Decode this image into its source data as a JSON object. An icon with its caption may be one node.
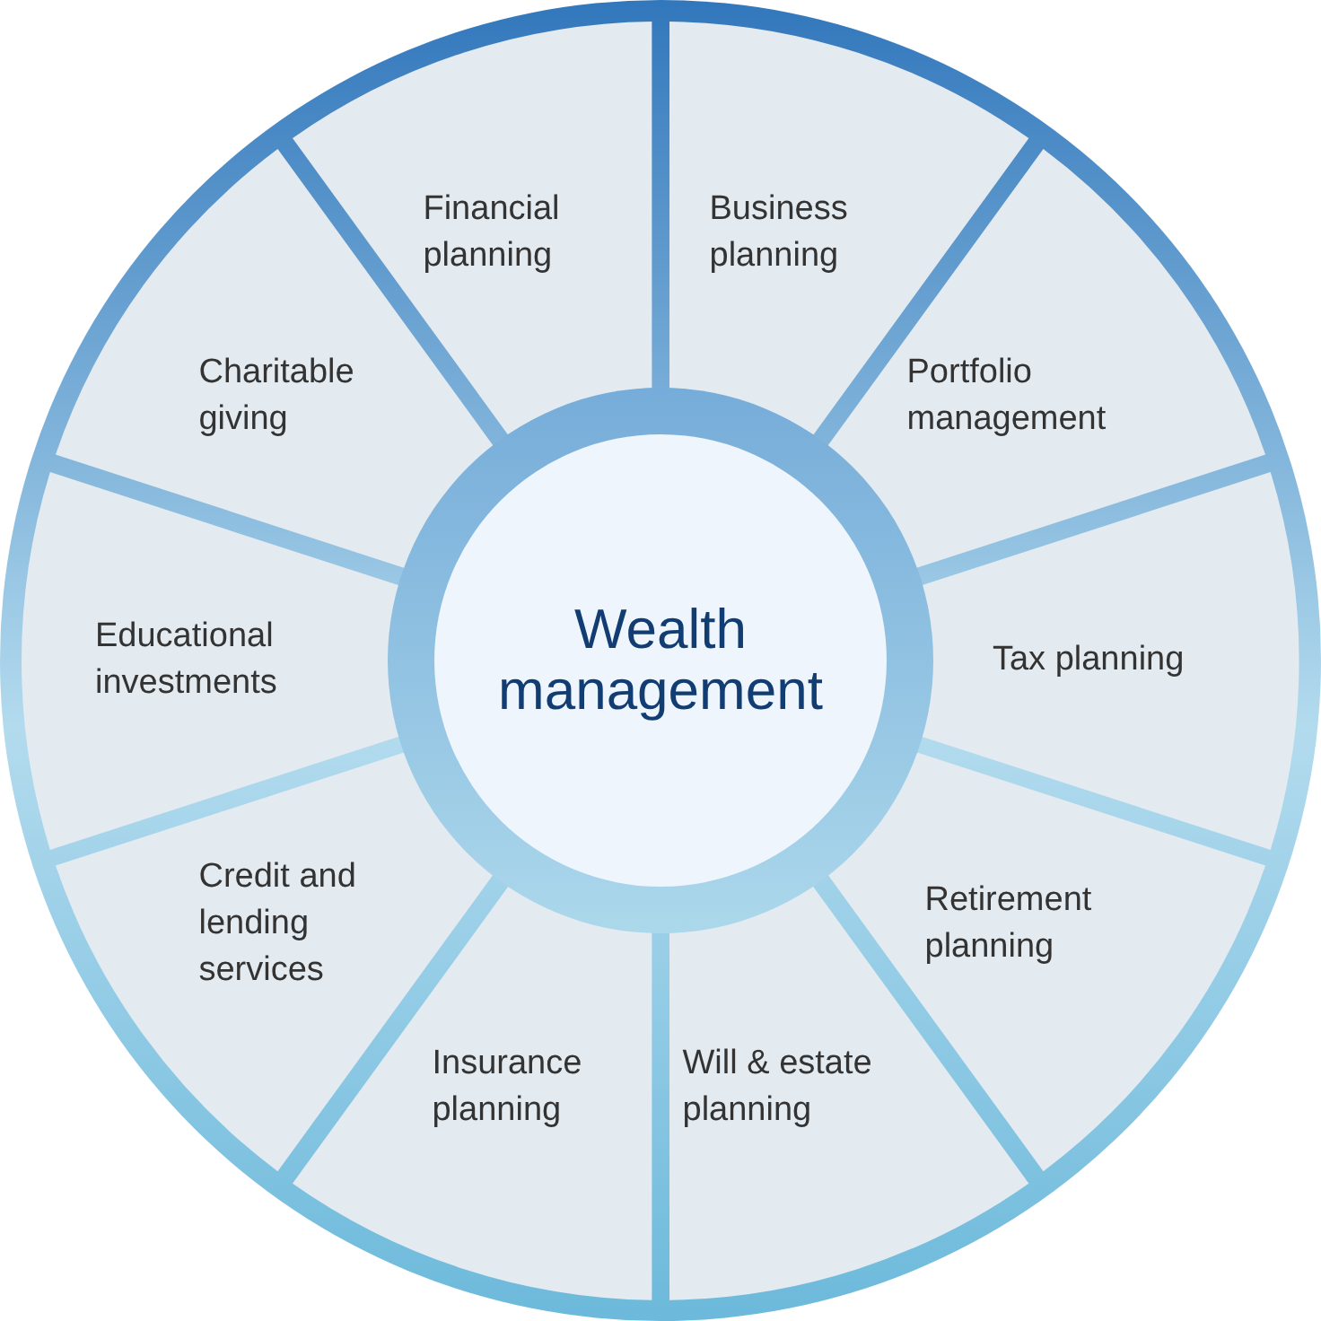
{
  "diagram": {
    "nodes": [
      {
        "text": [
          "Wealth management"
        ]
      },
      {
        "text": [
          "Financial planning"
        ]
      },
      {
        "text": [
          "Business planning"
        ]
      },
      {
        "text": [
          "Portfolio management"
        ]
      },
      {
        "text": [
          "Tax planning"
        ]
      },
      {
        "text": [
          "Retirement planning"
        ]
      },
      {
        "text": [
          "Will & estate planning"
        ]
      },
      {
        "text": [
          "Insurance planning"
        ]
      },
      {
        "text": [
          "Credit and lending services"
        ]
      },
      {
        "text": [
          "Educational investments"
        ]
      },
      {
        "text": [
          "Charitable giving"
        ]
      }
    ],
    "edges": []
  }
}
